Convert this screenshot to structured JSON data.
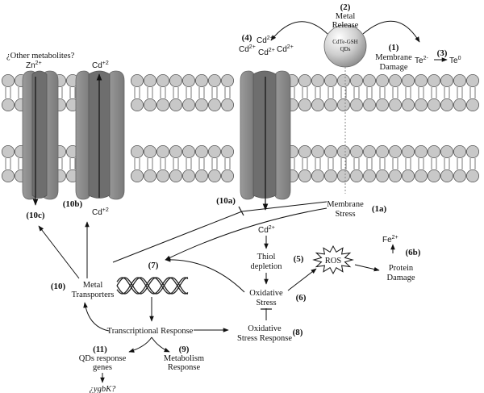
{
  "qd": {
    "line1": "CdTe-GSH",
    "line2": "QDs"
  },
  "steps": [
    {
      "id": "metal-release",
      "num": "(2)",
      "lines": [
        "Metal",
        "Release"
      ]
    },
    {
      "id": "membrane-damage",
      "num": "(1)",
      "lines": [
        "Membrane",
        "Damage"
      ]
    },
    {
      "id": "membrane-stress",
      "num": "(1a)",
      "lines": [
        "Membrane",
        "Stress"
      ]
    },
    {
      "id": "cd-accumulation",
      "num": "(4)",
      "lines": []
    },
    {
      "id": "tellurite-reduction",
      "num": "(3)",
      "lines": []
    },
    {
      "id": "thiol-depletion",
      "num": "(5)",
      "lines": [
        "Thiol",
        "depletion"
      ]
    },
    {
      "id": "oxidative-stress",
      "num": "(6)",
      "lines": [
        "Oxidative",
        "Stress"
      ]
    },
    {
      "id": "protein-damage",
      "num": "(6b)",
      "lines": [
        "Protein",
        "Damage"
      ]
    },
    {
      "id": "dna",
      "num": "(7)",
      "lines": []
    },
    {
      "id": "oxidative-stress-response",
      "num": "(8)",
      "lines": [
        "Oxidative",
        "Stress Response"
      ]
    },
    {
      "id": "metabolism-response",
      "num": "(9)",
      "lines": [
        "Metabolism",
        "Response"
      ]
    },
    {
      "id": "metal-transporters",
      "num": "(10)",
      "lines": [
        "Metal",
        "Transporters"
      ]
    },
    {
      "id": "inhibition",
      "num": "(10a)",
      "lines": []
    },
    {
      "id": "cd-efflux",
      "num": "(10b)",
      "lines": []
    },
    {
      "id": "zn-efflux",
      "num": "(10c)",
      "lines": []
    },
    {
      "id": "qds-response-genes",
      "num": "(11)",
      "lines": [
        "QDs response",
        "genes"
      ]
    }
  ],
  "labels": {
    "other_metabolites": "¿Other metabolites?",
    "ros": "ROS",
    "transcriptional_response": "Transcriptional Response",
    "ygbk": "¿ygbK?"
  },
  "ions": {
    "zn": {
      "base": "Zn",
      "charge": "2+"
    },
    "cd_top": {
      "base": "Cd",
      "charge": "+2"
    },
    "cd_bottom": {
      "base": "Cd",
      "charge": "+2"
    },
    "cd_cluster_a": {
      "base": "Cd",
      "charge": "2+"
    },
    "cd_cluster_b": {
      "base": "Cd",
      "charge": "2+"
    },
    "cd_cluster_c": {
      "base": "Cd",
      "charge": "2+"
    },
    "cd_cluster_d": {
      "base": "Cd",
      "charge": "2+"
    },
    "te_ion": {
      "base": "Te",
      "charge": "2-"
    },
    "te_zero": {
      "base": "Te",
      "charge": "0"
    },
    "cd_cytoplasm": {
      "base": "Cd",
      "charge": "2+"
    },
    "fe": {
      "base": "Fe",
      "charge": "2+"
    }
  },
  "colors": {
    "channel": "#8a8a8a",
    "channel_dark": "#6c6c6c",
    "lipid_head": "#c8c8c8",
    "lipid_edge": "#555555",
    "arrow": "#111111",
    "dna": "#222222"
  }
}
